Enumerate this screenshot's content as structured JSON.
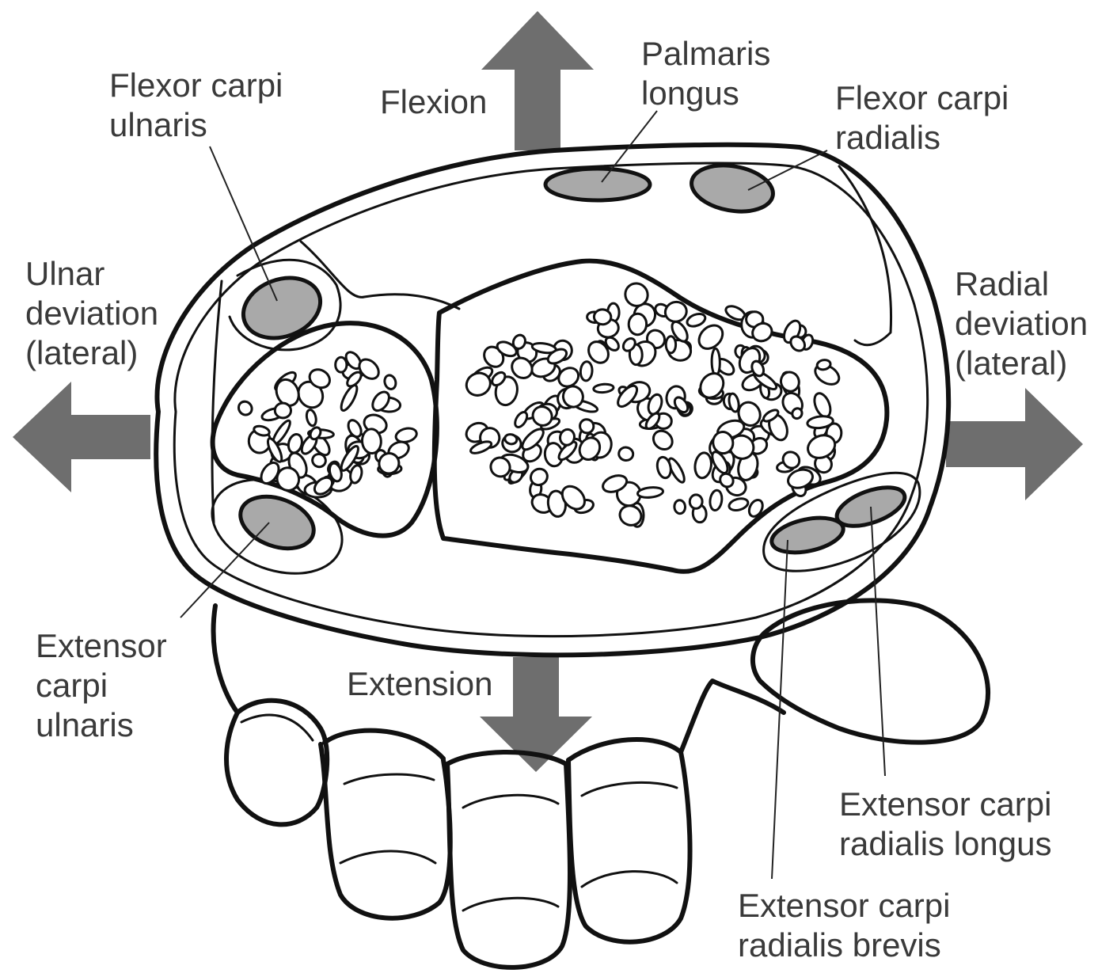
{
  "labels": {
    "flexion": "Flexion",
    "extension": "Extension",
    "ulnar_deviation": [
      "Ulnar",
      "deviation",
      "(lateral)"
    ],
    "radial_deviation": [
      "Radial",
      "deviation",
      "(lateral)"
    ],
    "flexor_carpi_ulnaris": [
      "Flexor carpi",
      "ulnaris"
    ],
    "palmaris_longus": [
      "Palmaris",
      "longus"
    ],
    "flexor_carpi_radialis": [
      "Flexor carpi",
      "radialis"
    ],
    "extensor_carpi_ulnaris": [
      "Extensor",
      "carpi",
      "ulnaris"
    ],
    "extensor_carpi_radialis_longus": [
      "Extensor carpi",
      "radialis longus"
    ],
    "extensor_carpi_radialis_brevis": [
      "Extensor carpi",
      "radialis brevis"
    ]
  },
  "colors": {
    "arrow": "#6e6e6e",
    "tendon": "#a9a9a9",
    "outline": "#111111",
    "text": "#3a3a3a"
  }
}
